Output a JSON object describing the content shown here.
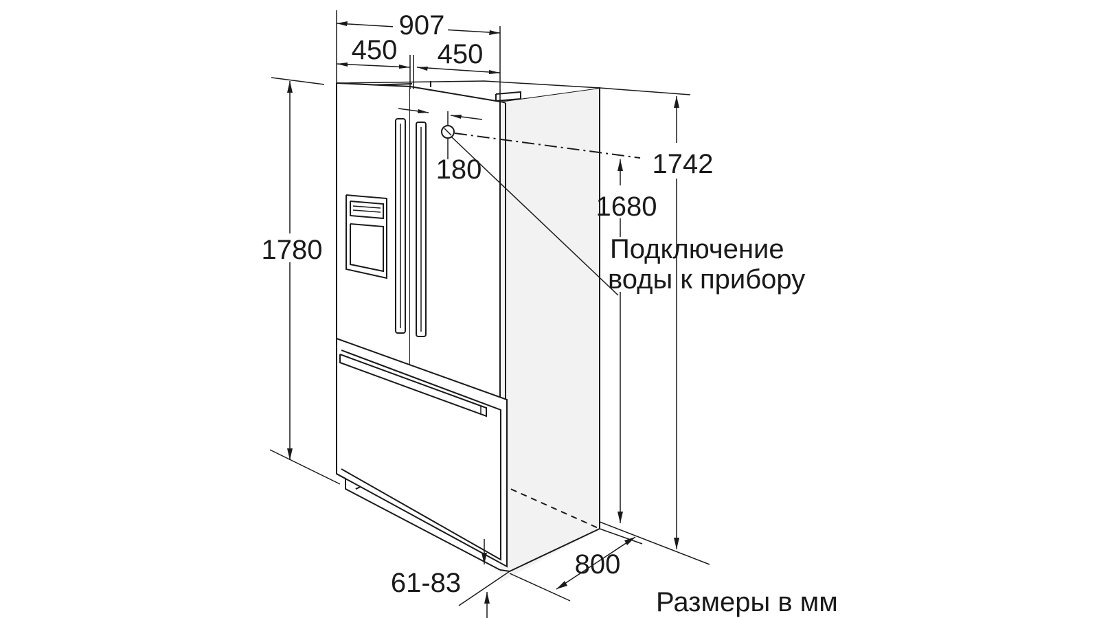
{
  "dimensions": {
    "total_width": "907",
    "left_door_width": "450",
    "right_door_width": "450",
    "water_offset_top": "180",
    "height_overall": "1780",
    "height_cabinet": "1742",
    "water_connection_height": "1680",
    "depth": "800",
    "foot_height": "61-83"
  },
  "labels": {
    "water_connection_line1": "Подключение",
    "water_connection_line2": "воды к прибору",
    "units_note": "Размеры в мм"
  },
  "colors": {
    "line": "#1a1a1a",
    "background": "#ffffff"
  }
}
